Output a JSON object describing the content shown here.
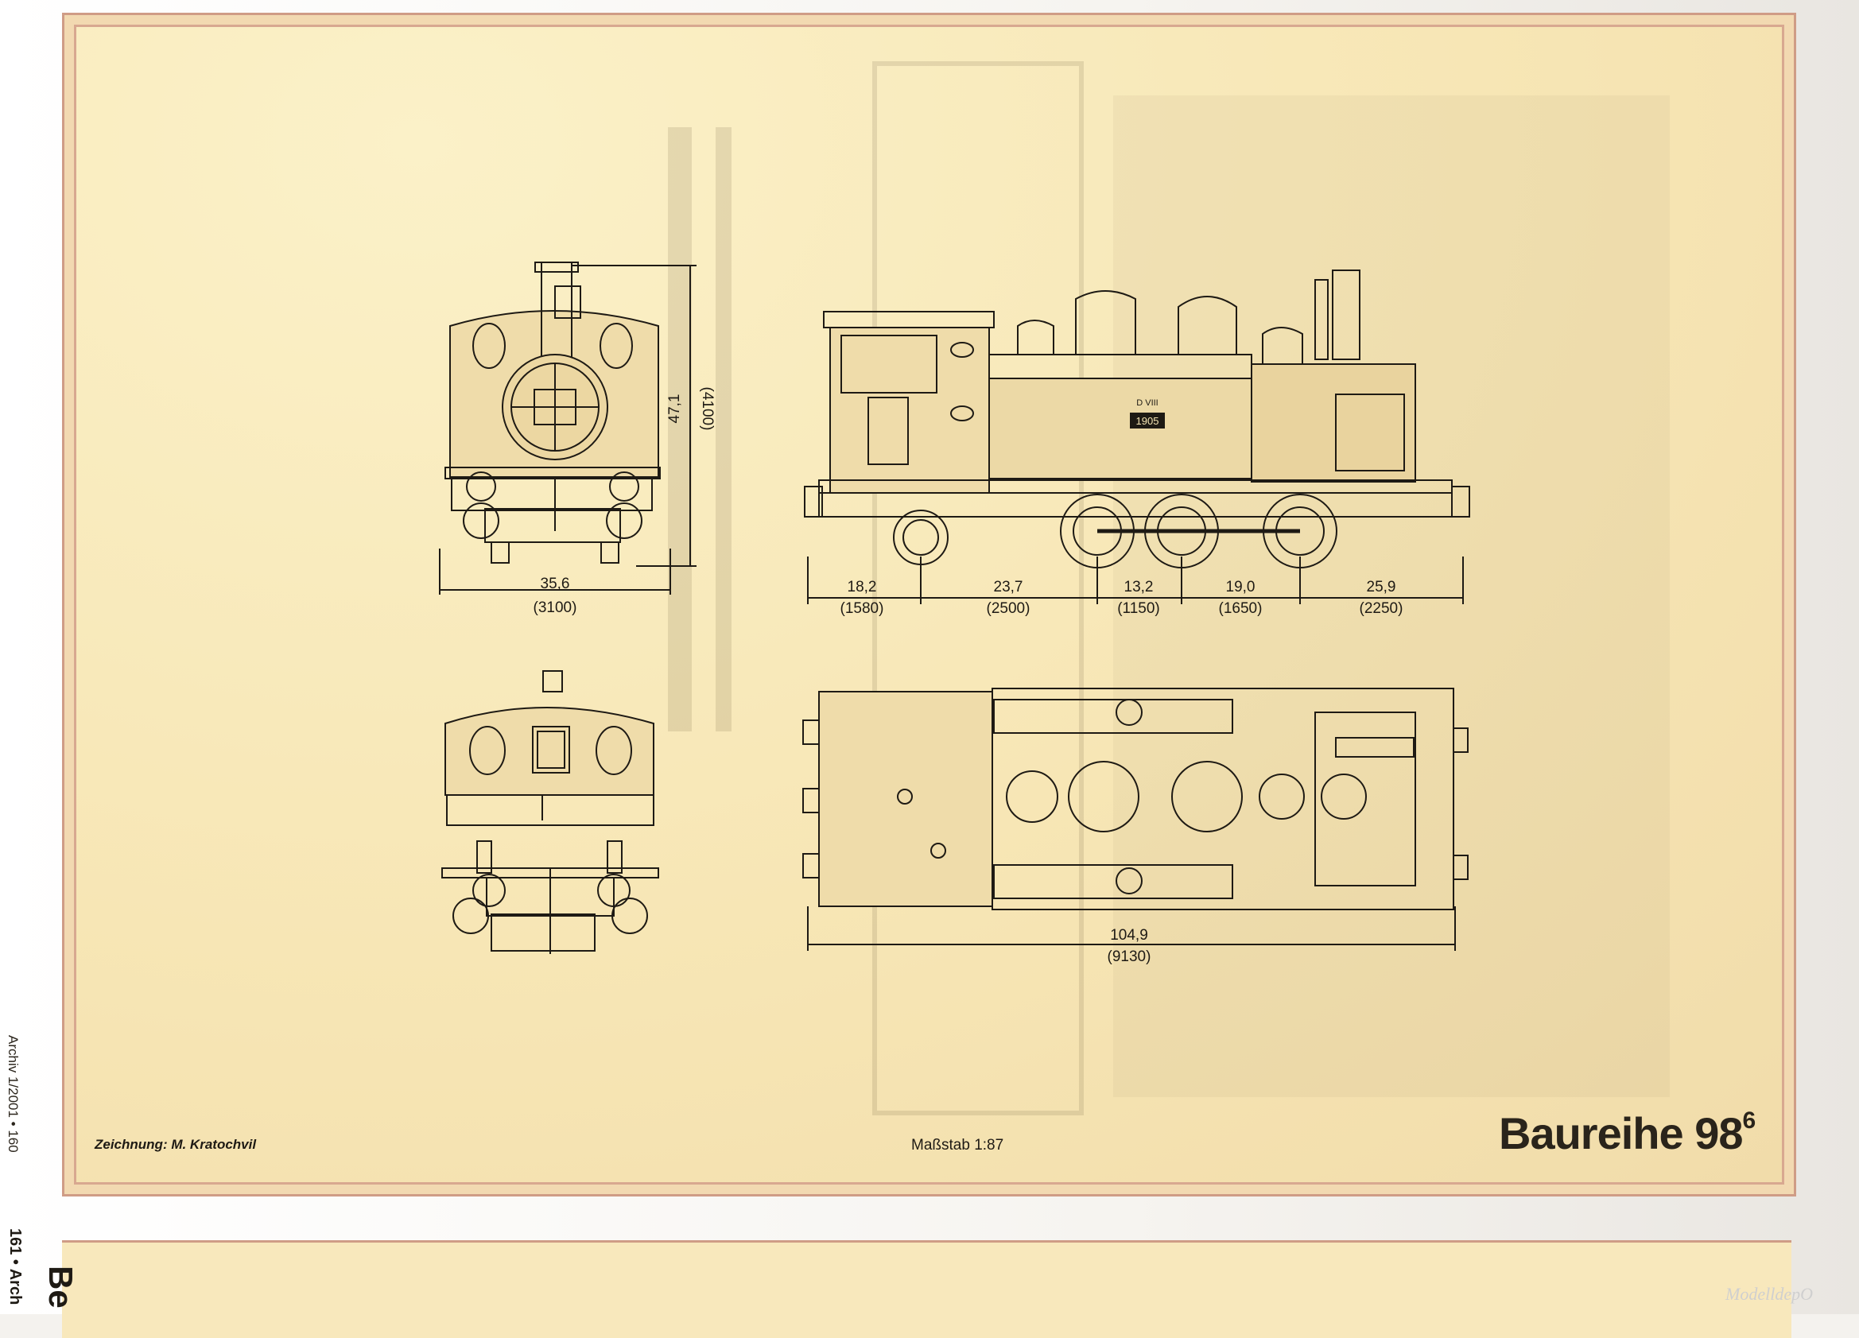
{
  "drawing": {
    "title": "Baureihe 98",
    "title_superscript": "6",
    "credit": "Zeichnung: M. Kratochvil",
    "scale": "Maßstab 1:87",
    "locomotive_plate": "1905",
    "locomotive_class_plate": "D VIII",
    "dimensions": {
      "height": {
        "mm": "47,1",
        "real": "(4100)"
      },
      "width": {
        "mm": "35,6",
        "real": "(3100)"
      },
      "length": {
        "mm": "104,9",
        "real": "(9130)"
      },
      "wheelbase_segments": [
        {
          "mm": "18,2",
          "real": "(1580)"
        },
        {
          "mm": "23,7",
          "real": "(2500)"
        },
        {
          "mm": "13,2",
          "real": "(1150)"
        },
        {
          "mm": "19,0",
          "real": "(1650)"
        },
        {
          "mm": "25,9",
          "real": "(2250)"
        }
      ]
    }
  },
  "page": {
    "side_text": "Archiv 1/2001 • 160",
    "page_number": "161 • Arch",
    "next_heading": "Be",
    "watermark": "ModelldepO"
  }
}
